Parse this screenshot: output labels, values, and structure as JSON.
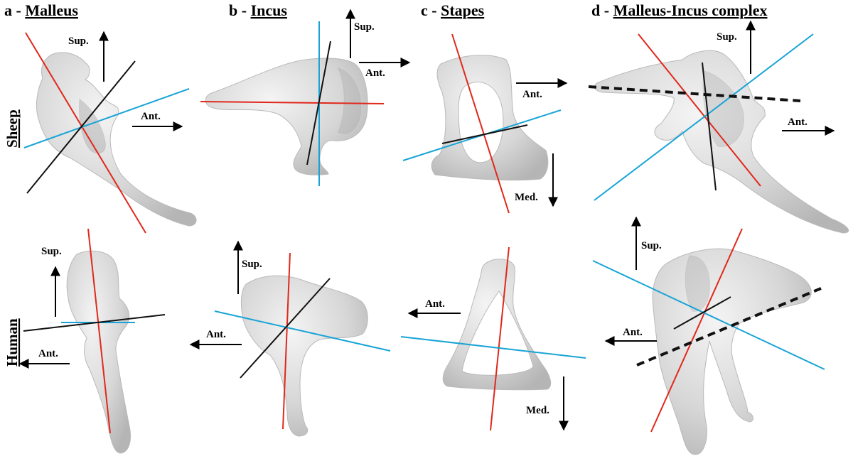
{
  "panels": {
    "a": {
      "letter": "a - ",
      "name": "Malleus"
    },
    "b": {
      "letter": "b - ",
      "name": "Incus"
    },
    "c": {
      "letter": "c - ",
      "name": "Stapes"
    },
    "d": {
      "letter": "d - ",
      "name": "Malleus-Incus complex"
    }
  },
  "rows": {
    "top": "Sheep",
    "bottom": "Human"
  },
  "directions": {
    "superior": "Sup.",
    "anterior": "Ant.",
    "medial": "Med."
  },
  "colors": {
    "axis_red": "#e0281c",
    "axis_blue": "#18a4d6",
    "axis_black": "#111111",
    "bone": "#d9d9d9"
  }
}
